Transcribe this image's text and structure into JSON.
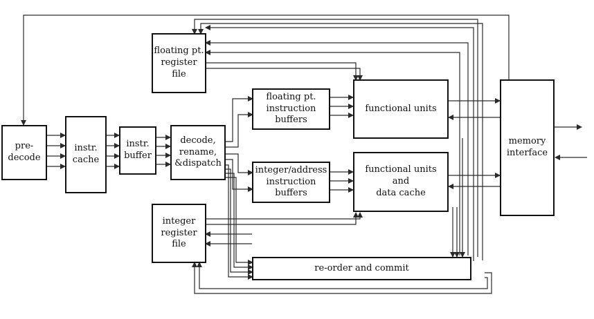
{
  "blocks": {
    "predecode": "pre-\ndecode",
    "instr_cache": "instr.\ncache",
    "instr_buffer": "instr.\nbuffer",
    "decode": "decode,\nrename,\n&dispatch",
    "fp_regfile": "floating pt.\nregister\nfile",
    "int_regfile": "integer\nregister\nfile",
    "fp_buffers": "floating pt.\ninstruction\nbuffers",
    "int_buffers": "integer/address\ninstruction\nbuffers",
    "fu_top": "functional units",
    "fu_bottom": "functional units\nand\ndata cache",
    "memory": "memory\ninterface",
    "reorder": "re-order and commit"
  }
}
